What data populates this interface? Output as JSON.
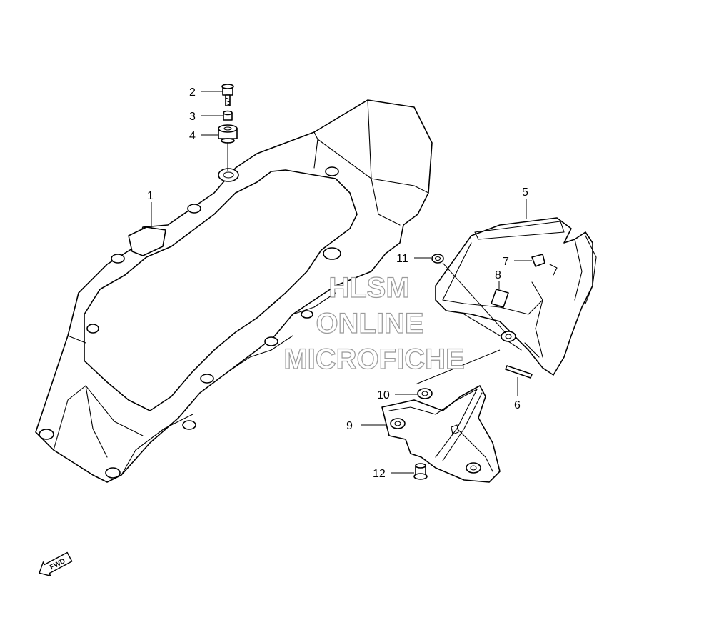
{
  "diagram": {
    "callouts": [
      {
        "id": "1",
        "label": "1"
      },
      {
        "id": "2",
        "label": "2"
      },
      {
        "id": "3",
        "label": "3"
      },
      {
        "id": "4",
        "label": "4"
      },
      {
        "id": "5",
        "label": "5"
      },
      {
        "id": "6",
        "label": "6"
      },
      {
        "id": "7",
        "label": "7"
      },
      {
        "id": "8",
        "label": "8"
      },
      {
        "id": "9",
        "label": "9"
      },
      {
        "id": "10",
        "label": "10"
      },
      {
        "id": "11",
        "label": "11"
      },
      {
        "id": "12",
        "label": "12"
      }
    ],
    "fwd_label": "FWD"
  },
  "watermark": {
    "line1": "HLSM",
    "line2": "ONLINE",
    "line3": "MICROFICHE",
    "color": "#9a9a9a"
  }
}
